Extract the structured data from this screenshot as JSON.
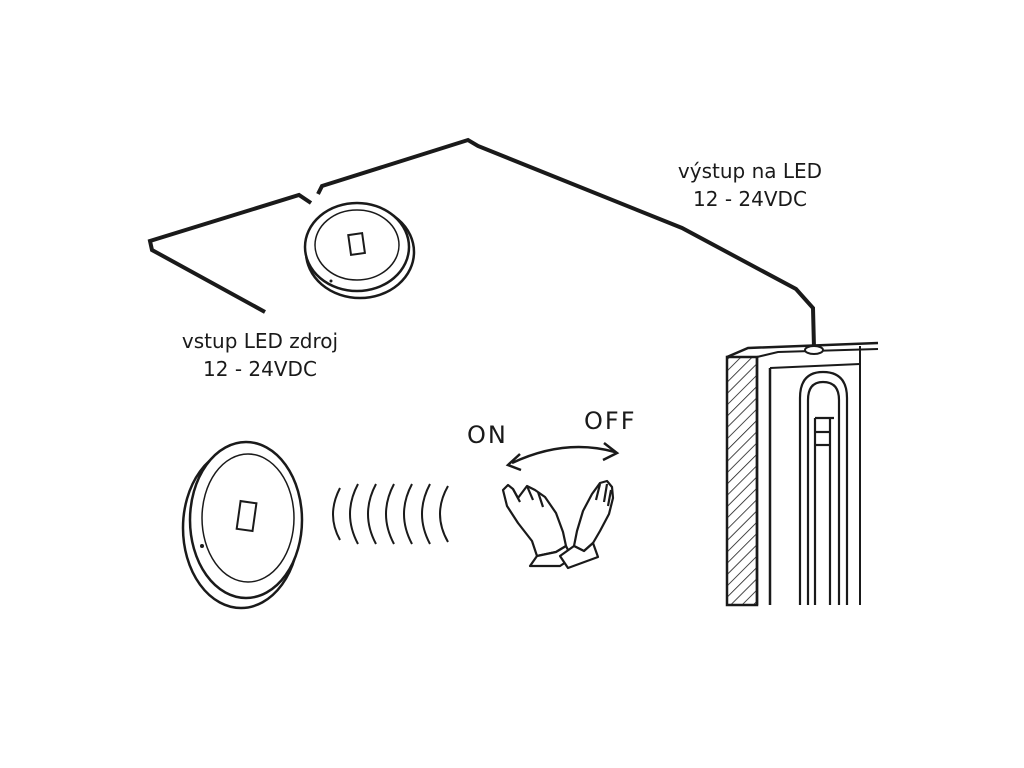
{
  "input": {
    "line1": "vstup LED zdroj",
    "line2": "12 - 24VDC"
  },
  "output": {
    "line1": "výstup na LED",
    "line2": "12 - 24VDC"
  },
  "switch": {
    "on": "ON",
    "off": "OFF"
  },
  "colors": {
    "line": "#1a1a1a",
    "background": "#ffffff"
  },
  "icons": [
    "sensor-switch-icon",
    "ir-wave-icon",
    "hand-wave-icon",
    "cabinet-door-icon",
    "led-strip-icon"
  ]
}
